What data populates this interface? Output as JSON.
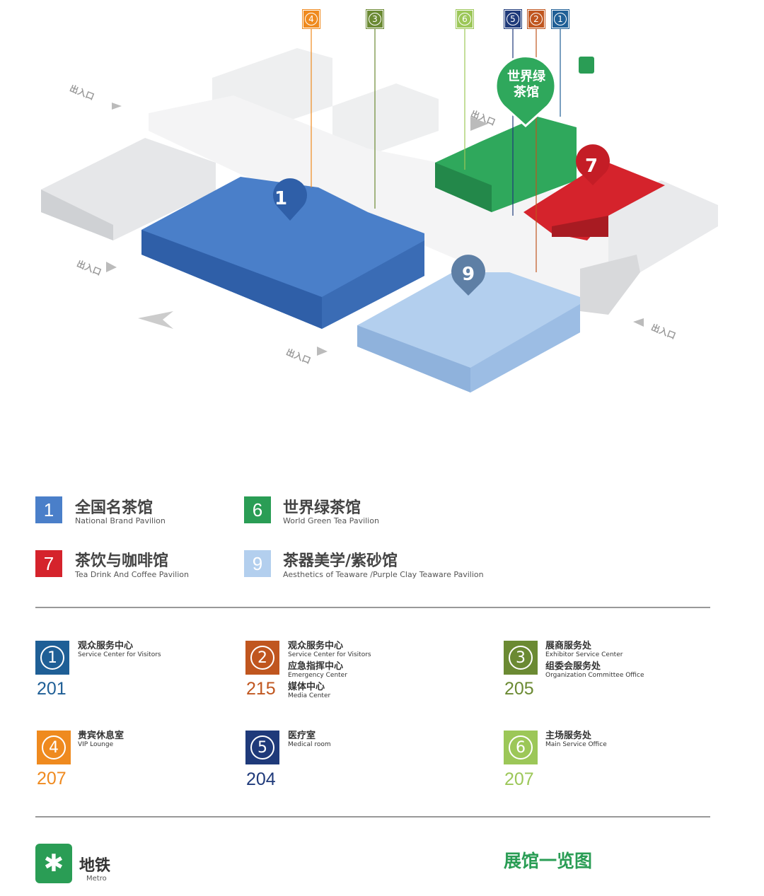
{
  "map": {
    "entrance_label": "出入口",
    "callout_label": "世界绿茶馆",
    "pins": [
      "1",
      "7",
      "9"
    ],
    "top_badges": [
      "4",
      "3",
      "6",
      "5",
      "2",
      "1"
    ]
  },
  "pavilions": [
    {
      "num": "1",
      "zh": "全国名茶馆",
      "en": "National Brand Pavilion",
      "color": "#4a7fc9"
    },
    {
      "num": "6",
      "zh": "世界绿茶馆",
      "en": "World Green Tea Pavilion",
      "color": "#2a9d55"
    },
    {
      "num": "7",
      "zh": "茶饮与咖啡馆",
      "en": "Tea Drink And Coffee Pavilion",
      "color": "#d5232c"
    },
    {
      "num": "9",
      "zh": "茶器美学/紫砂馆",
      "en": "Aesthetics of  Teaware /Purple Clay Teaware Pavilion",
      "color": "#b3cfee"
    }
  ],
  "facilities": [
    {
      "num": "1",
      "room": "201",
      "color": "#1f5f96",
      "items": [
        {
          "zh": "观众服务中心",
          "en": "Service Center for Visitors"
        }
      ]
    },
    {
      "num": "2",
      "room": "215",
      "color": "#c0561f",
      "items": [
        {
          "zh": "观众服务中心",
          "en": "Service Center for Visitors"
        },
        {
          "zh": "应急指挥中心",
          "en": "Emergency Center"
        },
        {
          "zh": "媒体中心",
          "en": "Media Center"
        }
      ]
    },
    {
      "num": "3",
      "room": "205",
      "color": "#6b8a33",
      "items": [
        {
          "zh": "展商服务处",
          "en": "Exhibitor Service Center"
        },
        {
          "zh": "组委会服务处",
          "en": "Organization Committee Office"
        }
      ]
    },
    {
      "num": "4",
      "room": "207",
      "color": "#ef8a1f",
      "items": [
        {
          "zh": "贵宾休息室",
          "en": "VIP Lounge"
        }
      ]
    },
    {
      "num": "5",
      "room": "204",
      "color": "#1f3a7a",
      "items": [
        {
          "zh": "医疗室",
          "en": "Medical room"
        }
      ]
    },
    {
      "num": "6",
      "room": "207",
      "color": "#9cc758",
      "items": [
        {
          "zh": "主场服务处",
          "en": "Main Service Office"
        }
      ]
    }
  ],
  "footer": {
    "metro_zh": "地铁",
    "metro_en": "Metro",
    "title": "展馆一览图",
    "metro_color": "#2a9d55"
  }
}
